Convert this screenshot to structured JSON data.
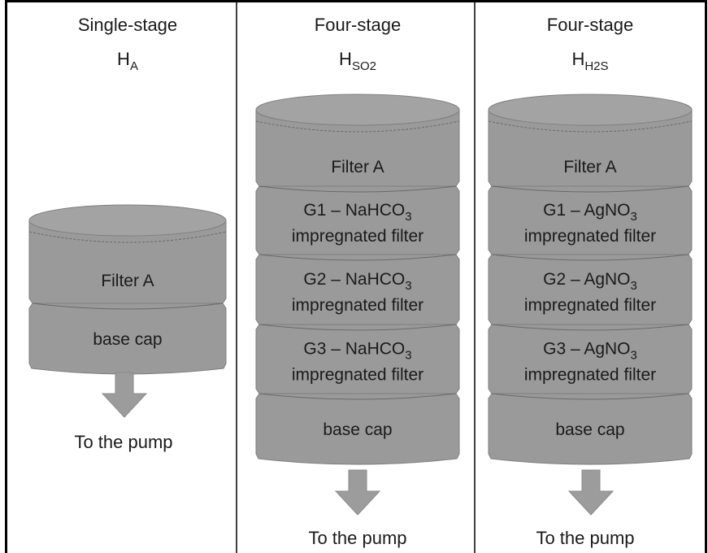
{
  "colors": {
    "stage_fill": "#9a9a9a",
    "stage_top_fill": "#a3a3a3",
    "arrow_fill": "#9c9c9c",
    "border": "#000000",
    "text": "#1a1a1a"
  },
  "columns": [
    {
      "title": "Single-stage",
      "holder": {
        "letter": "H",
        "subscript": "A"
      },
      "stages": [
        {
          "parts": [
            {
              "t": "Filter A"
            }
          ]
        },
        {
          "parts": [
            {
              "t": "base cap"
            }
          ]
        }
      ],
      "outlet": "To the pump"
    },
    {
      "title": "Four-stage",
      "holder": {
        "letter": "H",
        "subscript": "SO2"
      },
      "stages": [
        {
          "parts": [
            {
              "t": "Filter A"
            }
          ]
        },
        {
          "parts": [
            {
              "t": "G1 – NaHCO"
            },
            {
              "t": "3",
              "sub": true
            }
          ],
          "line2": "impregnated filter"
        },
        {
          "parts": [
            {
              "t": "G2 – NaHCO"
            },
            {
              "t": "3",
              "sub": true
            }
          ],
          "line2": "impregnated filter"
        },
        {
          "parts": [
            {
              "t": "G3 – NaHCO"
            },
            {
              "t": "3",
              "sub": true
            }
          ],
          "line2": "impregnated filter"
        },
        {
          "parts": [
            {
              "t": "base cap"
            }
          ]
        }
      ],
      "outlet": "To the pump"
    },
    {
      "title": "Four-stage",
      "holder": {
        "letter": "H",
        "subscript": "H2S"
      },
      "stages": [
        {
          "parts": [
            {
              "t": "Filter A"
            }
          ]
        },
        {
          "parts": [
            {
              "t": "G1 – AgNO"
            },
            {
              "t": "3",
              "sub": true
            }
          ],
          "line2": "impregnated filter"
        },
        {
          "parts": [
            {
              "t": "G2 – AgNO"
            },
            {
              "t": "3",
              "sub": true
            }
          ],
          "line2": "impregnated filter"
        },
        {
          "parts": [
            {
              "t": "G3 – AgNO"
            },
            {
              "t": "3",
              "sub": true
            }
          ],
          "line2": "impregnated filter"
        },
        {
          "parts": [
            {
              "t": "base cap"
            }
          ]
        }
      ],
      "outlet": "To the pump"
    }
  ]
}
